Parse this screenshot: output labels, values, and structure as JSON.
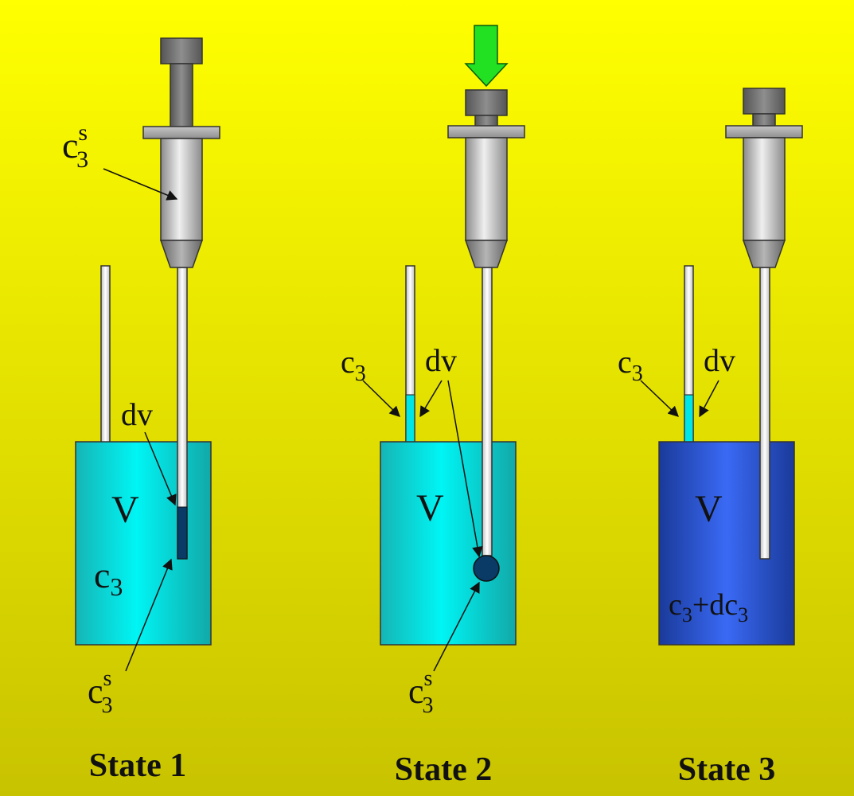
{
  "panels": [
    {
      "title": "State 1",
      "beaker_label": "V",
      "beaker_conc": {
        "base": "c",
        "sub": "3"
      },
      "syringe_conc": {
        "base": "c",
        "sup": "s",
        "sub": "3"
      },
      "injected_label": "dv",
      "tip_conc": {
        "base": "c",
        "sup": "s",
        "sub": "3"
      }
    },
    {
      "title": "State 2",
      "beaker_label": "V",
      "overflow_conc": {
        "base": "c",
        "sub": "3"
      },
      "injected_label": "dv",
      "drop_conc": {
        "base": "c",
        "sup": "s",
        "sub": "3"
      }
    },
    {
      "title": "State 3",
      "beaker_label": "V",
      "overflow_conc": {
        "base": "c",
        "sub": "3"
      },
      "injected_label": "dv",
      "final_conc": {
        "base": "c",
        "sub": "3",
        "op": "+dc",
        "sub2": "3"
      }
    }
  ],
  "colors": {
    "background_top": "#ffff00",
    "background_bottom": "#c8c300",
    "solution": "#00e5e5",
    "solution_final": "#1f4fd0",
    "sample": "#0a3a66",
    "syringe_body": "#d2d2d2",
    "plunger": "#7a7a7a",
    "press_arrow": "#22e022"
  }
}
